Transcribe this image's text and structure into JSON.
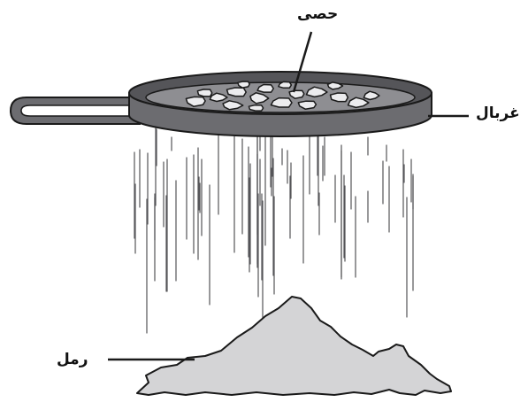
{
  "labels": {
    "pebbles": "حصى",
    "sieve": "غربال",
    "sand": "رمل"
  },
  "colors": {
    "sieve_body": "#6c6c70",
    "sieve_dark": "#4a4a4e",
    "sieve_inner": "#8e8e92",
    "pebble_fill": "#ececee",
    "sand_fill": "#d4d4d6",
    "outline": "#1a1a1a"
  }
}
